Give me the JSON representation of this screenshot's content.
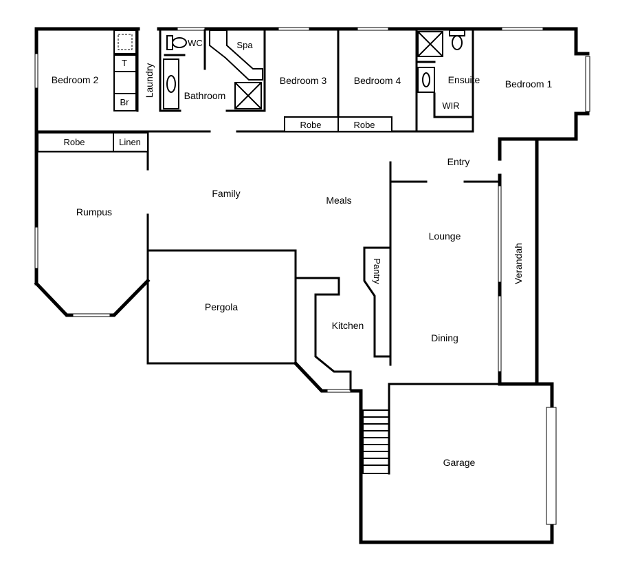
{
  "rooms": {
    "bedroom2": "Bedroom 2",
    "laundry": "Laundry",
    "wc": "WC",
    "spa": "Spa",
    "bathroom": "Bathroom",
    "bedroom3": "Bedroom 3",
    "bedroom4": "Bedroom 4",
    "ensuite": "Ensuite",
    "bedroom1": "Bedroom 1",
    "wir": "WIR",
    "robe_b3": "Robe",
    "robe_b4": "Robe",
    "robe_b2": "Robe",
    "linen": "Linen",
    "entry": "Entry",
    "family": "Family",
    "meals": "Meals",
    "rumpus": "Rumpus",
    "lounge": "Lounge",
    "pantry": "Pantry",
    "verandah": "Verandah",
    "pergola": "Pergola",
    "kitchen": "Kitchen",
    "dining": "Dining",
    "garage": "Garage"
  },
  "laundry_fixtures": {
    "tub": "T",
    "broom": "Br"
  }
}
